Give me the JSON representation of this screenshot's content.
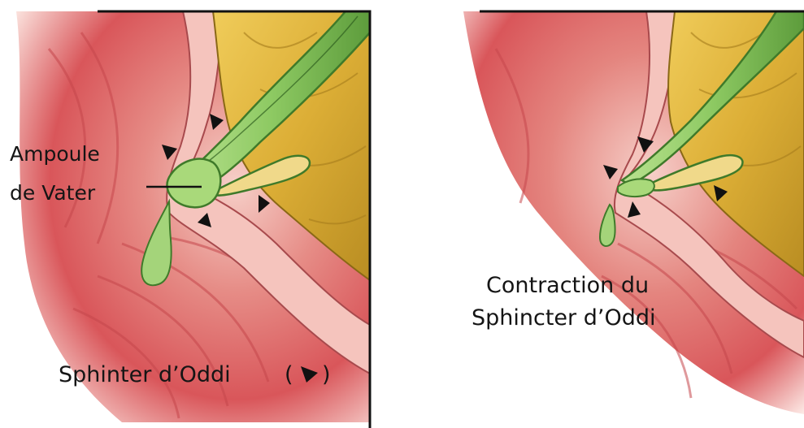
{
  "left_panel": {
    "label_ampoule_line1": "Ampoule",
    "label_ampoule_line2": "de Vater",
    "label_sphincter": "Sphinter d’Oddi",
    "legend_open": "(",
    "legend_close": ")",
    "legend_icon": "arrowhead-icon"
  },
  "right_panel": {
    "label_contraction_line1": "Contraction du",
    "label_contraction_line2": "Sphincter d’Oddi"
  },
  "colors": {
    "duodenal_wall": "#d9565a",
    "mucosa_light": "#f3b7b3",
    "pancreas": "#e0b43a",
    "pancreas_dark": "#b98d22",
    "bile": "#8dc962",
    "bile_dark": "#3f7a2a",
    "frame": "#111111",
    "arrowhead": "#111111"
  }
}
